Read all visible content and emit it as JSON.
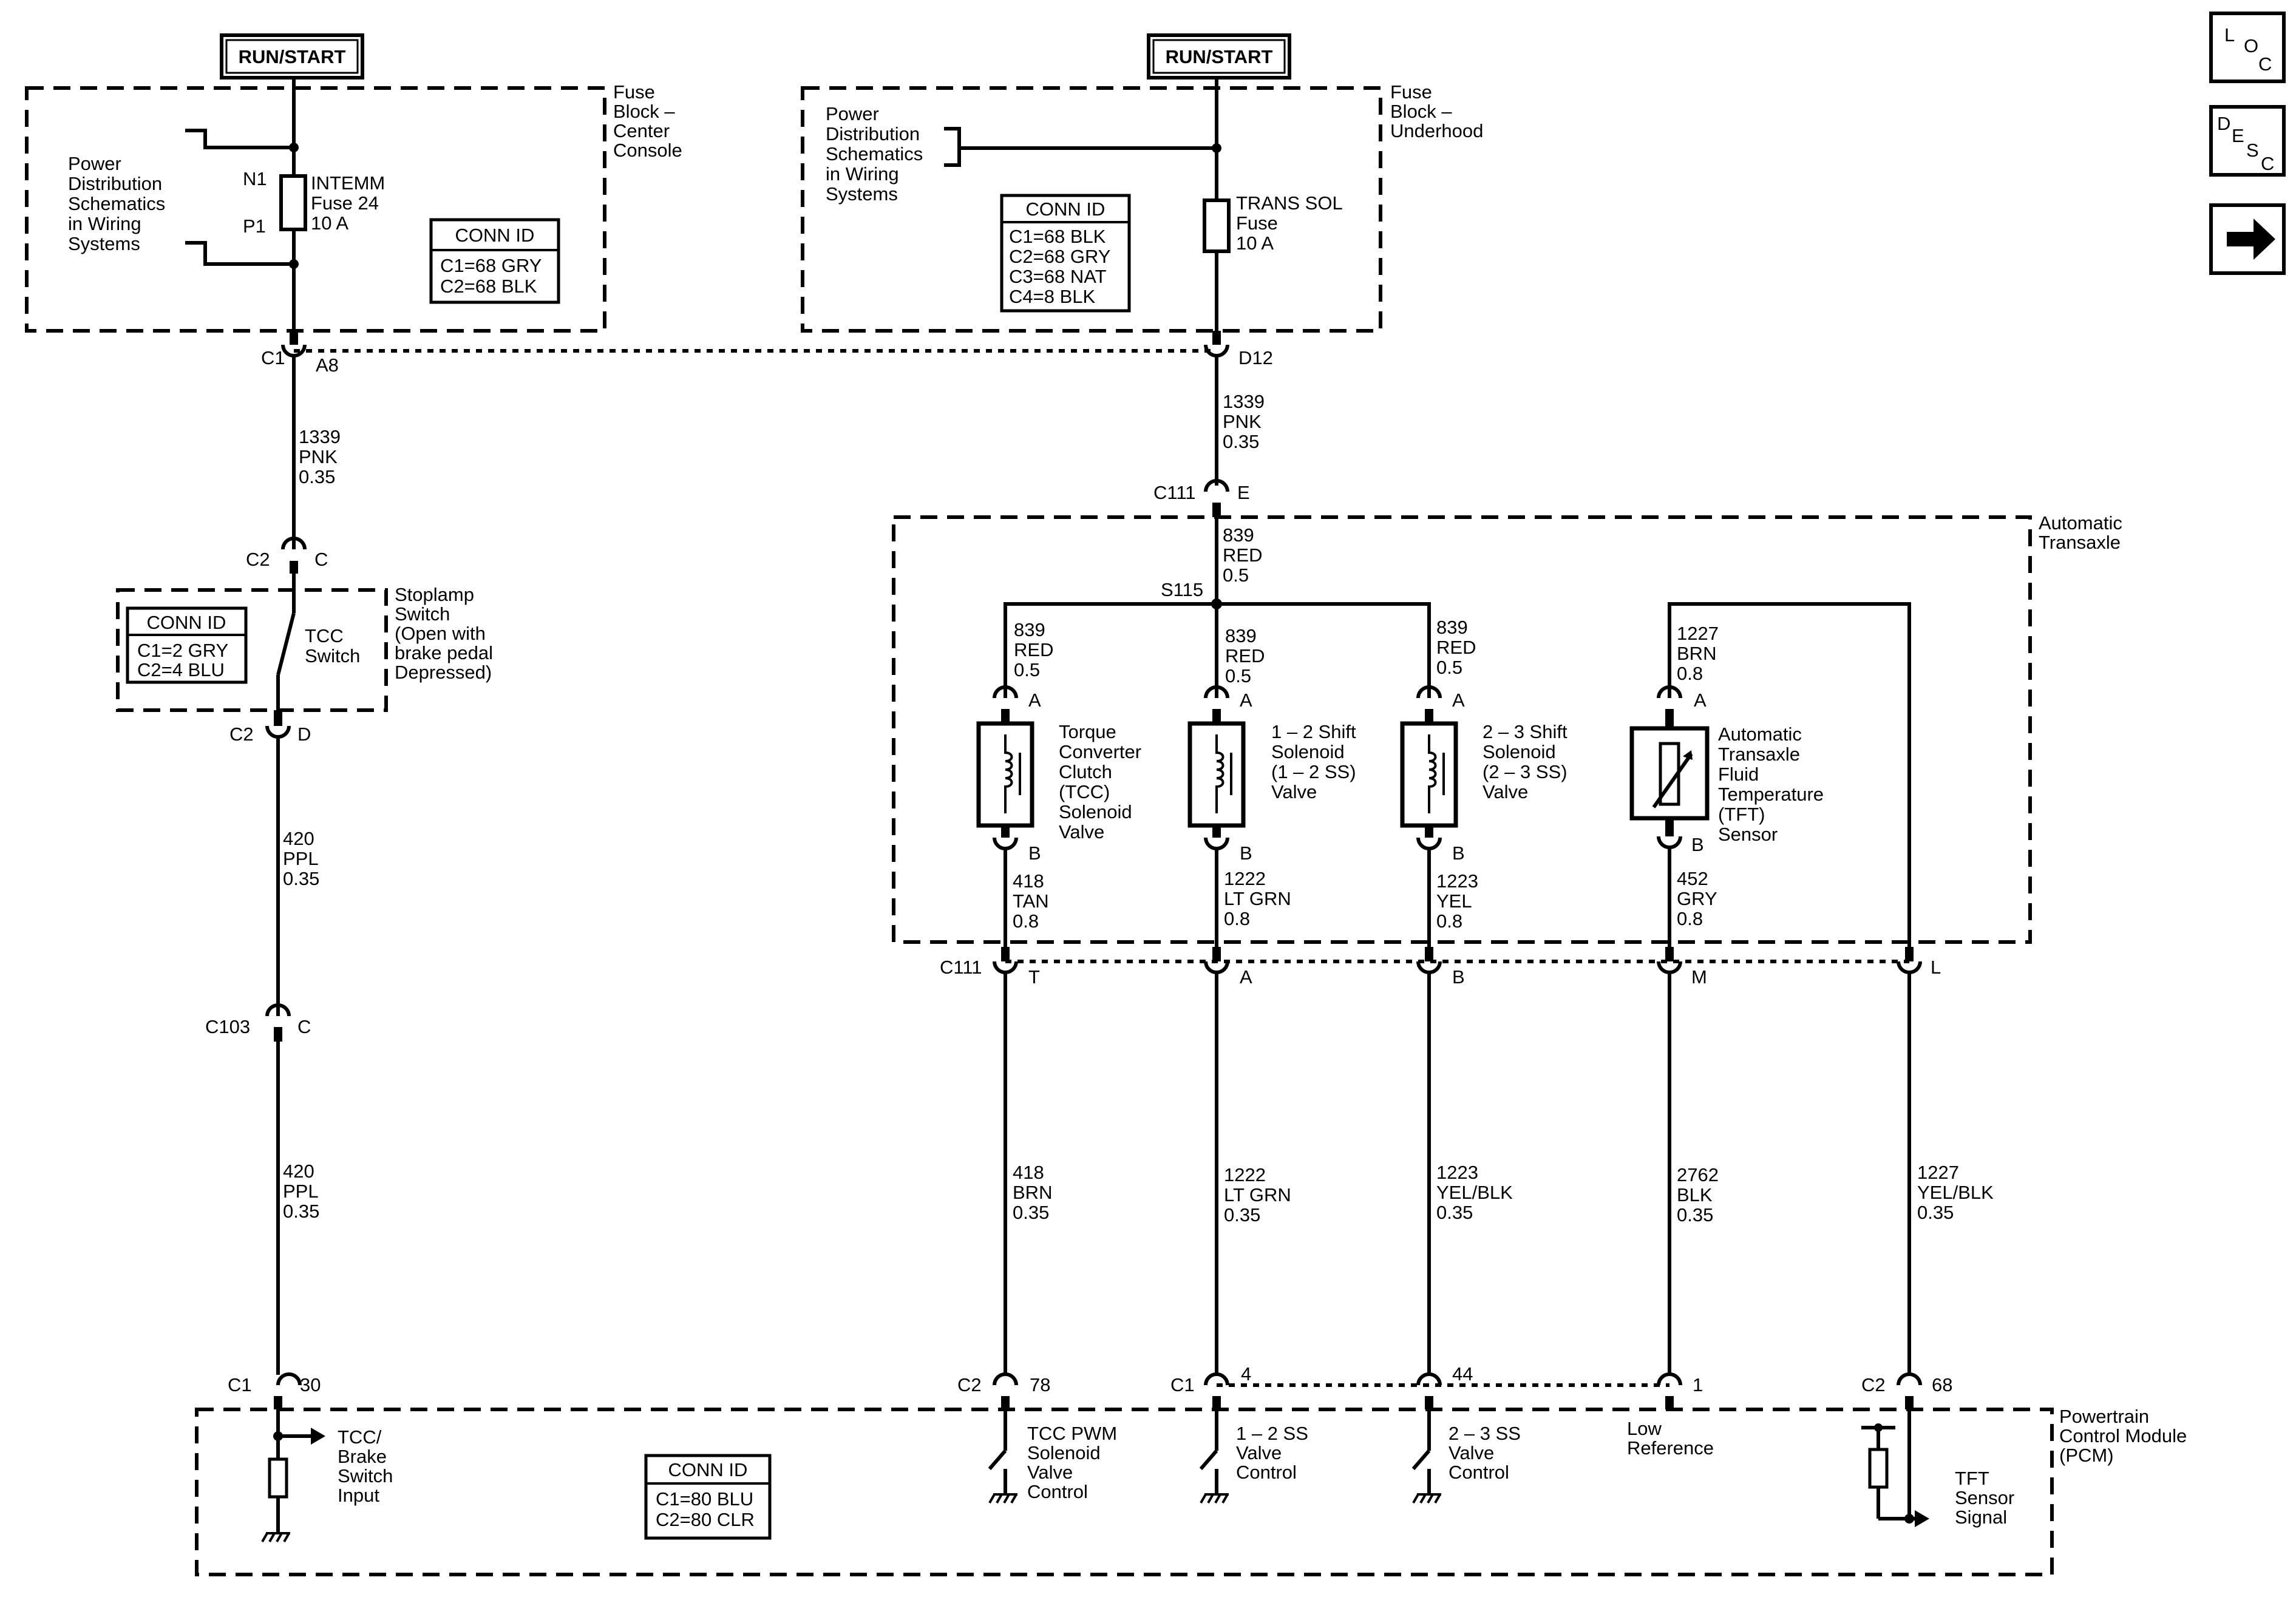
{
  "run_start": [
    "RUN/START",
    "RUN/START"
  ],
  "fuse_block_center": [
    "Fuse",
    "Block –",
    "Center",
    "Console"
  ],
  "fuse_block_underhood": [
    "Fuse",
    "Block –",
    "Underhood"
  ],
  "power_dist_left": [
    "Power",
    "Distribution",
    "Schematics",
    "in Wiring",
    "Systems"
  ],
  "power_dist_right": [
    "Power",
    "Distribution",
    "Schematics",
    "in Wiring",
    "Systems"
  ],
  "intemm_fuse": [
    "INTEMM",
    "Fuse 24",
    "10 A"
  ],
  "trans_sol_fuse": [
    "TRANS SOL",
    "Fuse",
    "10 A"
  ],
  "n1": "N1",
  "p1": "P1",
  "conn_center": {
    "title": "CONN ID",
    "lines": [
      "C1=68 GRY",
      "C2=68 BLK"
    ]
  },
  "conn_underhood": {
    "title": "CONN ID",
    "lines": [
      "C1=68 BLK",
      "C2=68 GRY",
      "C3=68 NAT",
      "C4=8 BLK"
    ]
  },
  "conn_stoplamp": {
    "title": "CONN ID",
    "lines": [
      "C1=2 GRY",
      "C2=4 BLU"
    ]
  },
  "conn_pcm": {
    "title": "CONN ID",
    "lines": [
      "C1=80 BLU",
      "C2=80 CLR"
    ]
  },
  "stoplamp_switch": [
    "Stoplamp",
    "Switch",
    "(Open with",
    "brake pedal",
    "Depressed)"
  ],
  "tcc_switch": [
    "TCC",
    "Switch"
  ],
  "automatic_transaxle": [
    "Automatic",
    "Transaxle"
  ],
  "pcm_label": [
    "Powertrain",
    "Control Module",
    "(PCM)"
  ],
  "s115": "S115",
  "wires": {
    "w1339_left": [
      "1339",
      "PNK",
      "0.35"
    ],
    "w1339_right": [
      "1339",
      "PNK",
      "0.35"
    ],
    "w839_main": [
      "839",
      "RED",
      "0.5"
    ],
    "w839_a": [
      "839",
      "RED",
      "0.5"
    ],
    "w839_b": [
      "839",
      "RED",
      "0.5"
    ],
    "w839_c": [
      "839",
      "RED",
      "0.5"
    ],
    "w1227_top": [
      "1227",
      "BRN",
      "0.8"
    ],
    "w420_a": [
      "420",
      "PPL",
      "0.35"
    ],
    "w420_b": [
      "420",
      "PPL",
      "0.35"
    ],
    "w418_tan": [
      "418",
      "TAN",
      "0.8"
    ],
    "w1222_top": [
      "1222",
      "LT GRN",
      "0.8"
    ],
    "w1223_top": [
      "1223",
      "YEL",
      "0.8"
    ],
    "w452": [
      "452",
      "GRY",
      "0.8"
    ],
    "w418_brn": [
      "418",
      "BRN",
      "0.35"
    ],
    "w1222_bot": [
      "1222",
      "LT GRN",
      "0.35"
    ],
    "w1223_bot": [
      "1223",
      "YEL/BLK",
      "0.35"
    ],
    "w2762": [
      "2762",
      "BLK",
      "0.35"
    ],
    "w1227_bot": [
      "1227",
      "YEL/BLK",
      "0.35"
    ]
  },
  "connectors": {
    "c1_a8": [
      "C1",
      "A8"
    ],
    "d12": "D12",
    "c2_c": [
      "C2",
      "C"
    ],
    "c2_d": [
      "C2",
      "D"
    ],
    "c111_e": [
      "C111",
      "E"
    ],
    "c103_c": [
      "C103",
      "C"
    ],
    "c111_row": [
      "C111",
      "T",
      "A",
      "B",
      "M",
      "L"
    ],
    "pcm_row": [
      "C1",
      "30",
      "C2",
      "78",
      "C1",
      "4",
      "44",
      "1",
      "C2",
      "68"
    ]
  },
  "pins": {
    "a": [
      "A",
      "A",
      "A",
      "A"
    ],
    "b": [
      "B",
      "B",
      "B",
      "B"
    ]
  },
  "components": {
    "tcc_solenoid": [
      "Torque",
      "Converter",
      "Clutch",
      "(TCC)",
      "Solenoid",
      "Valve"
    ],
    "shift12": [
      "1 – 2 Shift",
      "Solenoid",
      "(1 – 2 SS)",
      "Valve"
    ],
    "shift23": [
      "2 – 3 Shift",
      "Solenoid",
      "(2 – 3 SS)",
      "Valve"
    ],
    "tft_sensor": [
      "Automatic",
      "Transaxle",
      "Fluid",
      "Temperature",
      "(TFT)",
      "Sensor"
    ]
  },
  "pcm_signals": {
    "tcc_brake": [
      "TCC/",
      "Brake",
      "Switch",
      "Input"
    ],
    "tcc_pwm": [
      "TCC PWM",
      "Solenoid",
      "Valve",
      "Control"
    ],
    "ss12": [
      "1 – 2 SS",
      "Valve",
      "Control"
    ],
    "ss23": [
      "2 – 3 SS",
      "Valve",
      "Control"
    ],
    "low_ref": [
      "Low",
      "Reference"
    ],
    "tft_signal": [
      "TFT",
      "Sensor",
      "Signal"
    ]
  },
  "nav": {
    "loc": [
      "L",
      "O",
      "C"
    ],
    "desc": [
      "D",
      "E",
      "S",
      "C"
    ],
    "arrow_icon": "right-arrow-icon"
  }
}
